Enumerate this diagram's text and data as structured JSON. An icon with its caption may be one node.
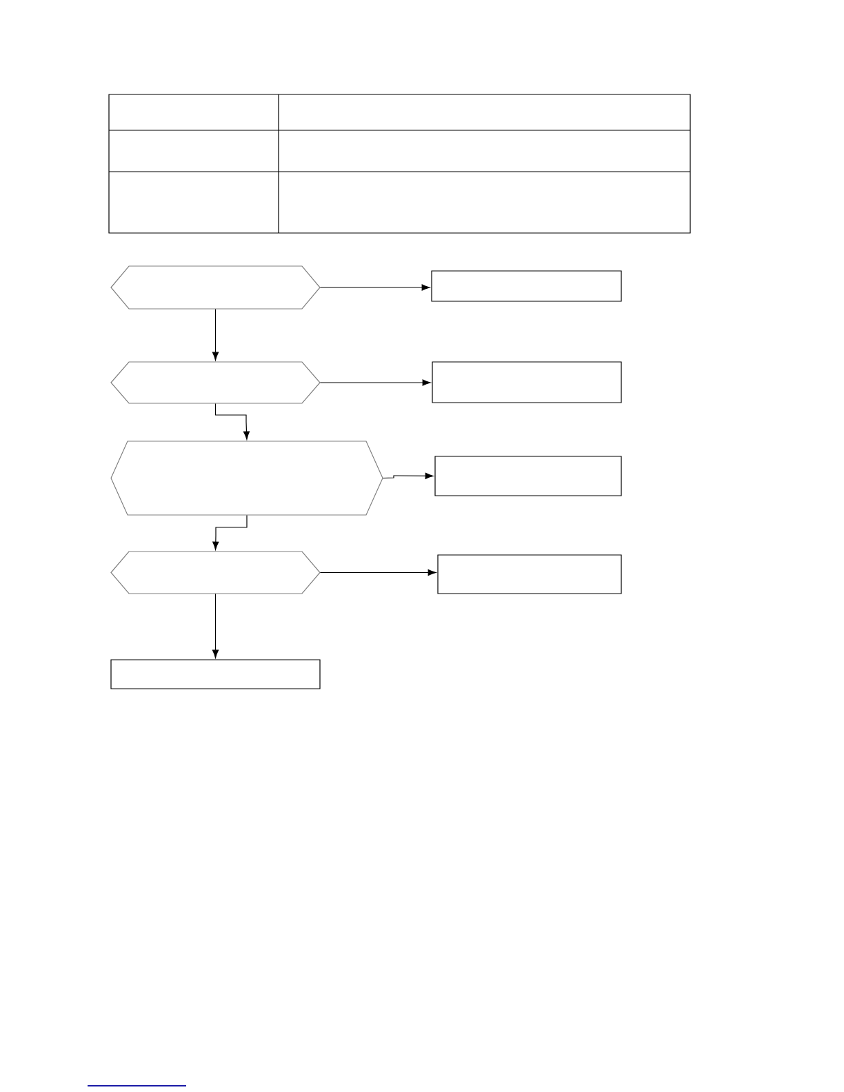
{
  "diagram": {
    "nodes": [
      {
        "text": [],
        "shape": "hexagon"
      },
      {
        "text": [],
        "shape": "box"
      },
      {
        "text": [],
        "shape": "hexagon"
      },
      {
        "text": [],
        "shape": "box"
      },
      {
        "text": [],
        "shape": "hexagon"
      },
      {
        "text": [],
        "shape": "box"
      },
      {
        "text": [],
        "shape": "hexagon"
      },
      {
        "text": [],
        "shape": "box"
      },
      {
        "text": [],
        "shape": "box"
      }
    ],
    "edges": [
      {
        "from": 0,
        "to": 1,
        "arrow": "to"
      },
      {
        "from": 0,
        "to": 2,
        "arrow": "to"
      },
      {
        "from": 2,
        "to": 3,
        "arrow": "to"
      },
      {
        "from": 2,
        "to": 4,
        "arrow": "to"
      },
      {
        "from": 4,
        "to": 5,
        "arrow": "to"
      },
      {
        "from": 4,
        "to": 6,
        "arrow": "to"
      },
      {
        "from": 6,
        "to": 7,
        "arrow": "to"
      },
      {
        "from": 6,
        "to": 8,
        "arrow": "to"
      }
    ]
  }
}
